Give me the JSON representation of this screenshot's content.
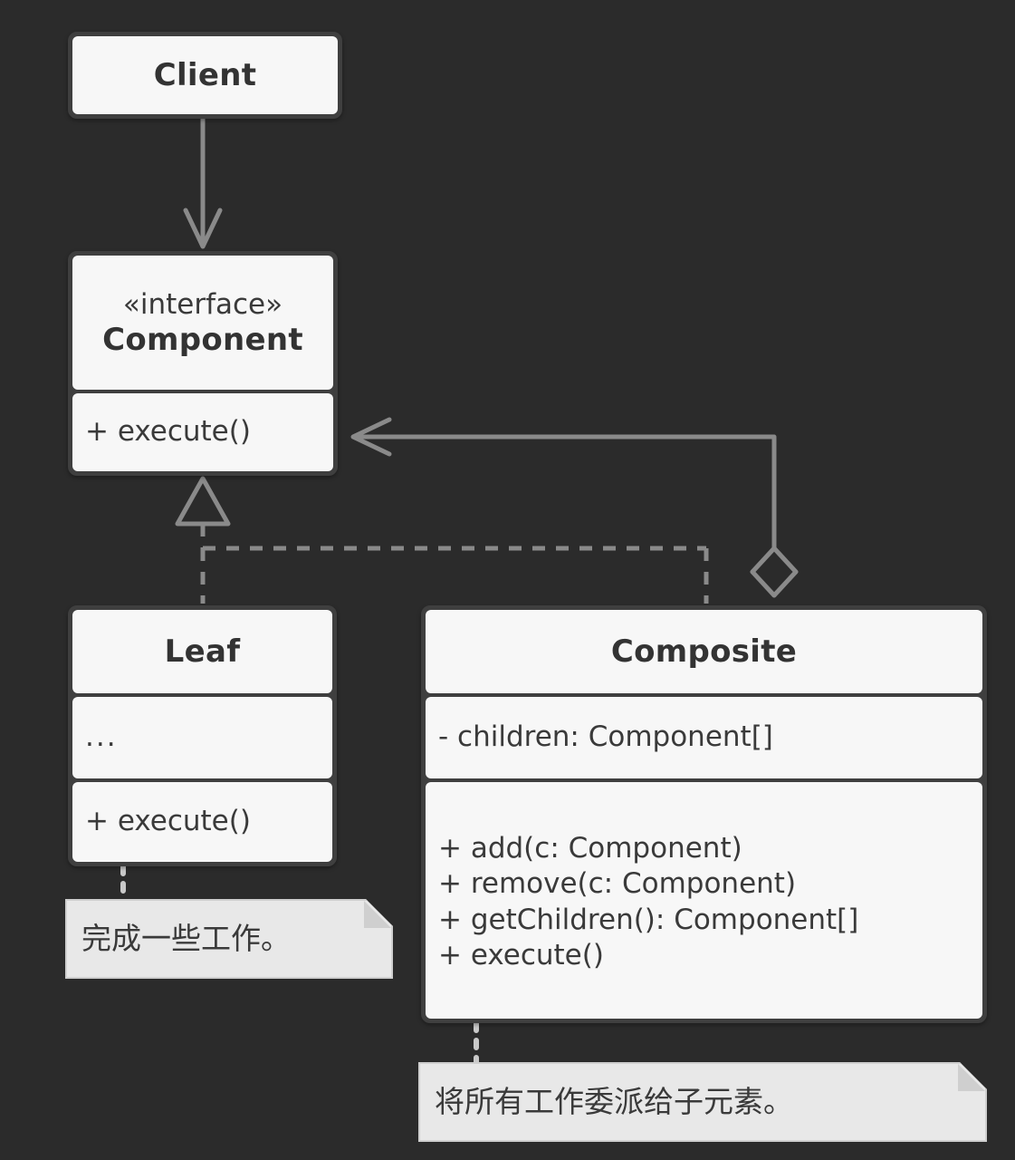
{
  "diagram": {
    "title": "Composite design pattern UML class diagram",
    "background_color": "#2b2b2b",
    "box_fill_color": "#f7f7f7",
    "box_border_color": "#3f3f3f",
    "note_fill_color": "#e8e8e8",
    "connector_color": "#8a8a8a",
    "text_color": "#3a3a3a"
  },
  "classes": {
    "client": {
      "name": "Client"
    },
    "component": {
      "stereotype": "«interface»",
      "name": "Component",
      "operations": [
        "+ execute()"
      ]
    },
    "leaf": {
      "name": "Leaf",
      "attributes": [
        "..."
      ],
      "operations": [
        "+ execute()"
      ]
    },
    "composite": {
      "name": "Composite",
      "attributes": [
        "- children: Component[]"
      ],
      "operations": [
        "+ add(c: Component)",
        "+ remove(c: Component)",
        "+ getChildren(): Component[]",
        "+ execute()"
      ]
    }
  },
  "notes": {
    "leaf_note": "完成一些工作。",
    "composite_note": "将所有工作委派给子元素。"
  },
  "relationships": [
    {
      "kind": "association",
      "from": "Client",
      "to": "Component",
      "arrow": "open-arrow"
    },
    {
      "kind": "realization",
      "from": "Leaf",
      "to": "Component",
      "arrow": "hollow-triangle",
      "line": "dashed"
    },
    {
      "kind": "realization",
      "from": "Composite",
      "to": "Component",
      "arrow": "hollow-triangle",
      "line": "dashed"
    },
    {
      "kind": "aggregation",
      "from": "Composite",
      "to": "Component",
      "arrow": "hollow-diamond",
      "line": "solid"
    },
    {
      "kind": "note-link",
      "from": "Leaf",
      "to": "leaf_note",
      "line": "dotted"
    },
    {
      "kind": "note-link",
      "from": "Composite",
      "to": "composite_note",
      "line": "dotted"
    }
  ]
}
